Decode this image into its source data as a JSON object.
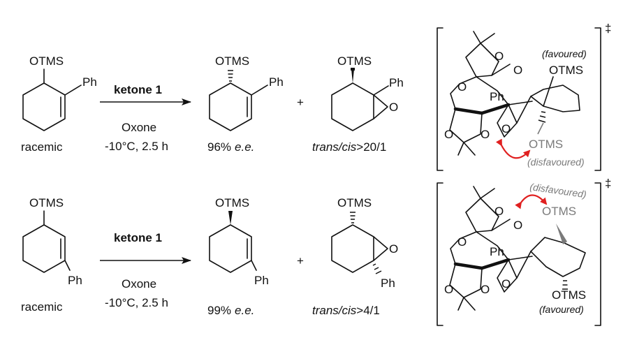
{
  "reaction1": {
    "sm_otms": "OTMS",
    "sm_ph": "Ph",
    "sm_label": "racemic",
    "reagent": "ketone 1",
    "oxidant": "Oxone",
    "conditions": "-10°C, 2.5 h",
    "p1_otms": "OTMS",
    "p1_ph": "Ph",
    "p1_ee_value": "96%",
    "p1_ee_label": "e.e.",
    "plus": "+",
    "p2_otms": "OTMS",
    "p2_ph": "Ph",
    "p2_o": "O",
    "p2_ratio_label": "trans/cis",
    "p2_ratio_value": ">20/1"
  },
  "reaction2": {
    "sm_otms": "OTMS",
    "sm_ph": "Ph",
    "sm_label": "racemic",
    "reagent": "ketone 1",
    "oxidant": "Oxone",
    "conditions": "-10°C, 2.5 h",
    "p1_otms": "OTMS",
    "p1_ph": "Ph",
    "p1_ee_value": "99%",
    "p1_ee_label": "e.e.",
    "plus": "+",
    "p2_otms": "OTMS",
    "p2_ph": "Ph",
    "p2_o": "O",
    "p2_ratio_label": "trans/cis",
    "p2_ratio_value": ">4/1"
  },
  "ts1": {
    "dagger": "‡",
    "favoured": "(favoured)",
    "otms_favoured": "OTMS",
    "ph": "Ph",
    "otms_disfavoured": "OTMS",
    "disfavoured": "(disfavoured)",
    "o_labels": [
      "O",
      "O",
      "O",
      "O",
      "O",
      "O"
    ]
  },
  "ts2": {
    "dagger": "‡",
    "disfavoured": "(disfavoured)",
    "otms_disfavoured": "OTMS",
    "ph": "Ph",
    "otms_favoured": "OTMS",
    "favoured": "(favoured)",
    "o_labels": [
      "O",
      "O",
      "O",
      "O",
      "O",
      "O"
    ]
  },
  "colors": {
    "ink": "#111111",
    "muted": "#7a7a7a",
    "interaction_arrow": "#e02020"
  }
}
